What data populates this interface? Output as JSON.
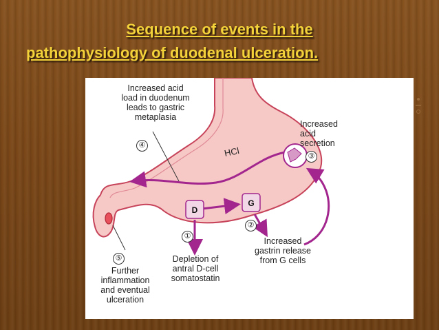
{
  "slide": {
    "title_line1": "Sequence of events in the",
    "title_line2": "pathophysiology of duodenal ulceration."
  },
  "diagram": {
    "steps": [
      {
        "number": "④",
        "lines": [
          "Increased acid",
          "load in duodenum",
          "leads to gastric",
          "metaplasia"
        ]
      },
      {
        "number": "③",
        "lines": [
          "Increased",
          "acid",
          "secretion"
        ]
      },
      {
        "number": "①",
        "lines": [
          "Depletion of",
          "antral D-cell",
          "somatostatin"
        ]
      },
      {
        "number": "②",
        "lines": [
          "Increased",
          "gastrin release",
          "from G cells"
        ]
      },
      {
        "number": "⑤",
        "lines": [
          "Further",
          "inflammation",
          "and eventual",
          "ulceration"
        ]
      }
    ],
    "acid_label": "HCl",
    "d_cell": "D",
    "g_cell": "G"
  },
  "colors": {
    "title": "#f3d23a",
    "stomach_fill": "#f6c9c6",
    "stomach_outline": "#c7435a",
    "arrow": "#a2268e"
  }
}
